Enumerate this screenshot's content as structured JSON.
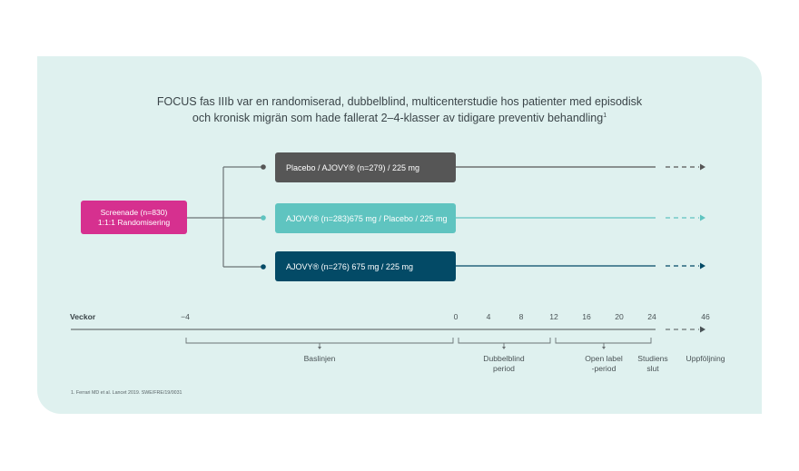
{
  "title": {
    "line1": "FOCUS fas IIIb var en randomiserad, dubbelblind, multicenterstudie hos patienter med episodisk",
    "line2": "och kronisk migrän som hade fallerat 2–4-klasser av tidigare preventiv behandling",
    "sup": "1"
  },
  "screening": {
    "line1": "Screenade (n=830)",
    "line2": "1:1:1 Randomisering"
  },
  "arms": [
    {
      "label": "Placebo / AJOVY® (n=279) / 225 mg",
      "color": "#565656"
    },
    {
      "label": "AJOVY® (n=283)675 mg / Placebo / 225 mg",
      "color": "#5fc4c0"
    },
    {
      "label": "AJOVY® (n=276) 675 mg / 225 mg",
      "color": "#034a66"
    }
  ],
  "timeline": {
    "label": "Veckor",
    "ticks": [
      "−4",
      "0",
      "4",
      "8",
      "12",
      "16",
      "20",
      "24",
      "46"
    ]
  },
  "periods": {
    "baseline": "Baslinjen",
    "double_blind_1": "Dubbelblind",
    "double_blind_2": "period",
    "open_label_1": "Open label",
    "open_label_2": "-period",
    "study_end_1": "Studiens",
    "study_end_2": "slut",
    "followup": "Uppföljning"
  },
  "footnote": "1. Ferrari MD et al. Lancet 2019. SWE/FRE/19/0031",
  "colors": {
    "background": "#dff1ef",
    "accent_pink": "#d6308f",
    "dark_grey": "#565656",
    "teal": "#5fc4c0",
    "navy": "#034a66"
  }
}
